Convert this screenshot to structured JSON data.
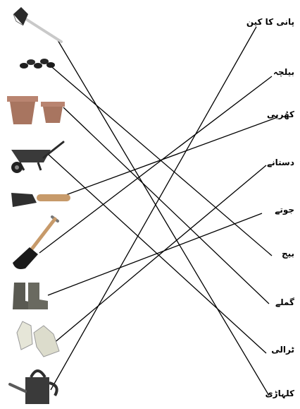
{
  "tools": [
    {
      "icon": "axe-icon"
    },
    {
      "icon": "seeds-icon"
    },
    {
      "icon": "flower-pots-icon"
    },
    {
      "icon": "wheelbarrow-icon"
    },
    {
      "icon": "trowel-icon"
    },
    {
      "icon": "spade-icon"
    },
    {
      "icon": "boots-icon"
    },
    {
      "icon": "gloves-icon"
    },
    {
      "icon": "watering-can-icon"
    }
  ],
  "words": [
    {
      "text": "پانی کا کین"
    },
    {
      "text": "بیلچہ"
    },
    {
      "text": "کھُرپی"
    },
    {
      "text": "دستانے"
    },
    {
      "text": "جوتے"
    },
    {
      "text": "بیج"
    },
    {
      "text": "گملے"
    },
    {
      "text": "ٹرالی"
    },
    {
      "text": "کلہاڑی"
    }
  ],
  "matches": [
    {
      "tool": 0,
      "word": 8
    },
    {
      "tool": 1,
      "word": 5
    },
    {
      "tool": 2,
      "word": 6
    },
    {
      "tool": 3,
      "word": 7
    },
    {
      "tool": 4,
      "word": 2
    },
    {
      "tool": 5,
      "word": 1
    },
    {
      "tool": 6,
      "word": 4
    },
    {
      "tool": 7,
      "word": 3
    },
    {
      "tool": 8,
      "word": 0
    }
  ],
  "colors": {
    "line": "#000000",
    "pot": "#b5806a",
    "handle": "#c79a6a",
    "metal": "#333333",
    "glove": "#e4e4d6",
    "boot": "#5a5a52"
  }
}
